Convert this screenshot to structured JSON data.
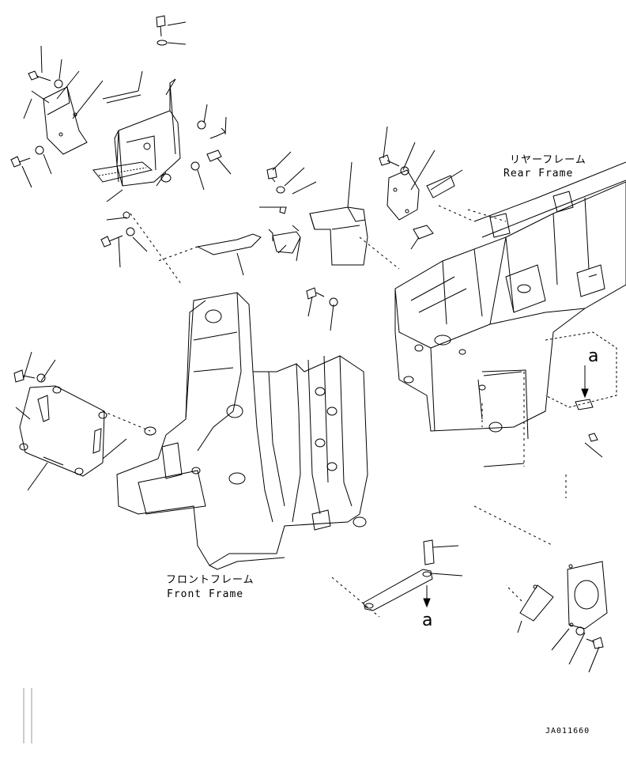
{
  "labels": {
    "rear_frame_jp": "リヤーフレーム",
    "rear_frame_en": "Rear Frame",
    "front_frame_jp": "フロントフレーム",
    "front_frame_en": "Front Frame",
    "view_ref_upper": "a",
    "view_ref_lower": "a",
    "drawing_code": "JA011660"
  },
  "icons": [
    "bolt-icon",
    "washer-icon",
    "cover-plate-icon",
    "bracket-icon",
    "frame-icon",
    "arrow-icon"
  ],
  "colors": {
    "line": "#000000",
    "dash": "#555555",
    "background": "#ffffff"
  }
}
